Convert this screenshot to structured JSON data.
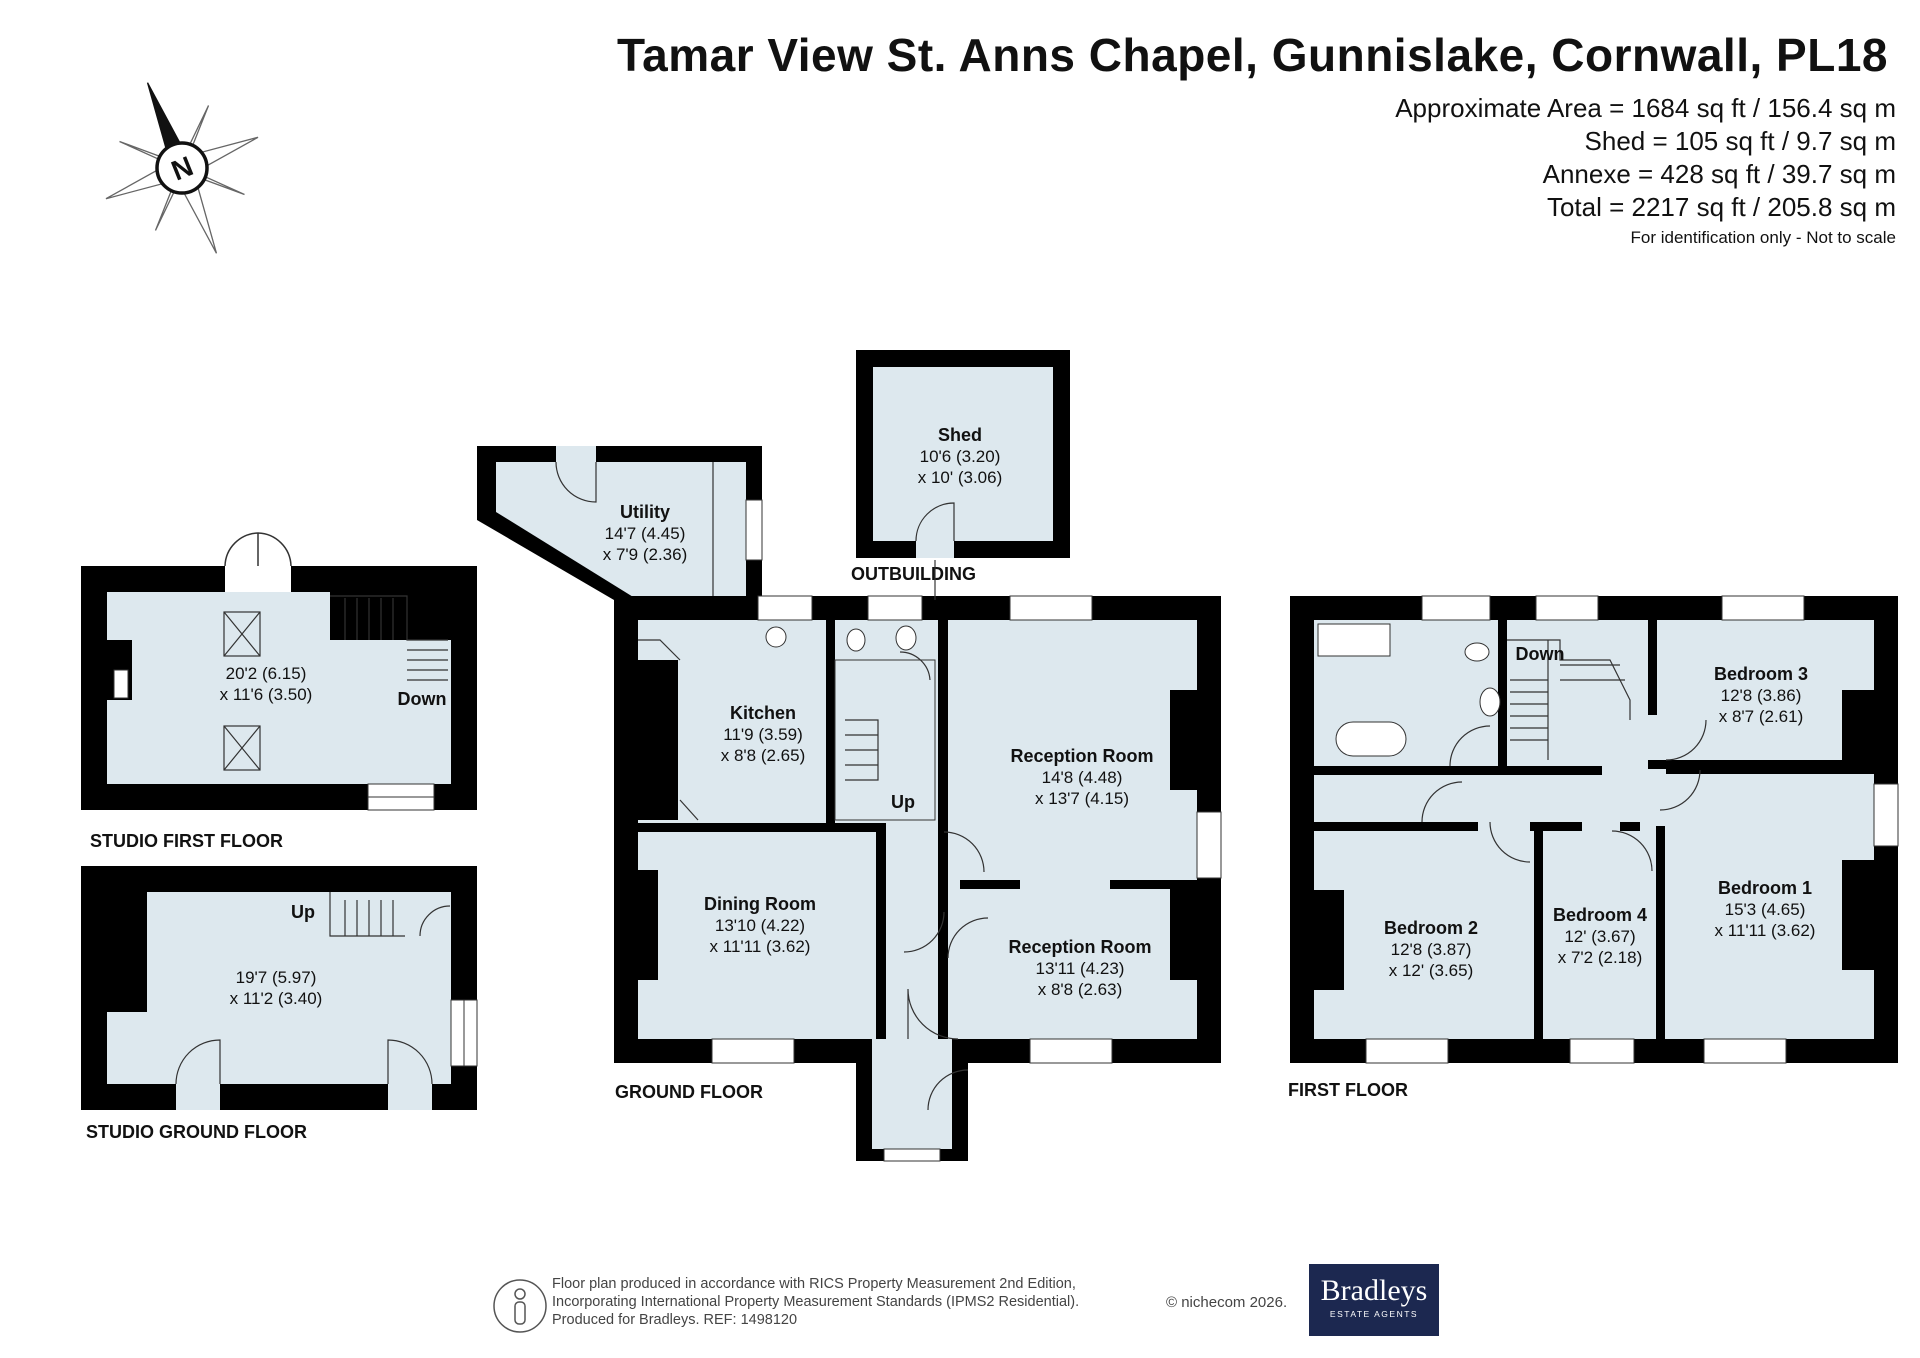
{
  "title": "Tamar View St. Anns Chapel, Gunnislake, Cornwall, PL18",
  "areas": {
    "approx": "Approximate Area = 1684 sq ft / 156.4 sq m",
    "shed": "Shed = 105 sq ft / 9.7 sq m",
    "annexe": "Annexe = 428 sq ft / 39.7 sq m",
    "total": "Total = 2217 sq ft / 205.8 sq m",
    "note": "For identification only - Not to scale"
  },
  "compass": {
    "letter": "N",
    "icon": "compass-icon"
  },
  "colors": {
    "floor": "#dde8ee",
    "wall": "#000000",
    "logo_bg": "#1c2850"
  },
  "floors": {
    "studio_first": "STUDIO FIRST FLOOR",
    "studio_ground": "STUDIO GROUND FLOOR",
    "ground": "GROUND FLOOR",
    "outbuilding": "OUTBUILDING",
    "first": "FIRST FLOOR"
  },
  "rooms": {
    "studio_first": {
      "dim1": "20'2 (6.15)",
      "dim2": "x 11'6 (3.50)"
    },
    "studio_ground": {
      "dim1": "19'7 (5.97)",
      "dim2": "x 11'2 (3.40)"
    },
    "shed": {
      "name": "Shed",
      "dim1": "10'6 (3.20)",
      "dim2": "x 10' (3.06)"
    },
    "utility": {
      "name": "Utility",
      "dim1": "14'7 (4.45)",
      "dim2": "x 7'9 (2.36)"
    },
    "kitchen": {
      "name": "Kitchen",
      "dim1": "11'9 (3.59)",
      "dim2": "x 8'8 (2.65)"
    },
    "dining": {
      "name": "Dining Room",
      "dim1": "13'10 (4.22)",
      "dim2": "x 11'11 (3.62)"
    },
    "reception1": {
      "name": "Reception Room",
      "dim1": "14'8 (4.48)",
      "dim2": "x 13'7 (4.15)"
    },
    "reception2": {
      "name": "Reception Room",
      "dim1": "13'11 (4.23)",
      "dim2": "x 8'8 (2.63)"
    },
    "bedroom1": {
      "name": "Bedroom 1",
      "dim1": "15'3 (4.65)",
      "dim2": "x 11'11 (3.62)"
    },
    "bedroom2": {
      "name": "Bedroom 2",
      "dim1": "12'8 (3.87)",
      "dim2": "x 12' (3.65)"
    },
    "bedroom3": {
      "name": "Bedroom 3",
      "dim1": "12'8 (3.86)",
      "dim2": "x 8'7 (2.61)"
    },
    "bedroom4": {
      "name": "Bedroom 4",
      "dim1": "12' (3.67)",
      "dim2": "x 7'2 (2.18)"
    }
  },
  "stairs": {
    "up": "Up",
    "down": "Down"
  },
  "footer": {
    "line1": "Floor plan produced in accordance with RICS Property Measurement 2nd Edition,",
    "line2": "Incorporating International Property Measurement Standards (IPMS2 Residential).",
    "line3": "Produced for Bradleys.   REF: 1498120",
    "copyright": "© nichecom 2026.",
    "logo_name": "Bradleys",
    "logo_sub": "ESTATE AGENTS"
  }
}
